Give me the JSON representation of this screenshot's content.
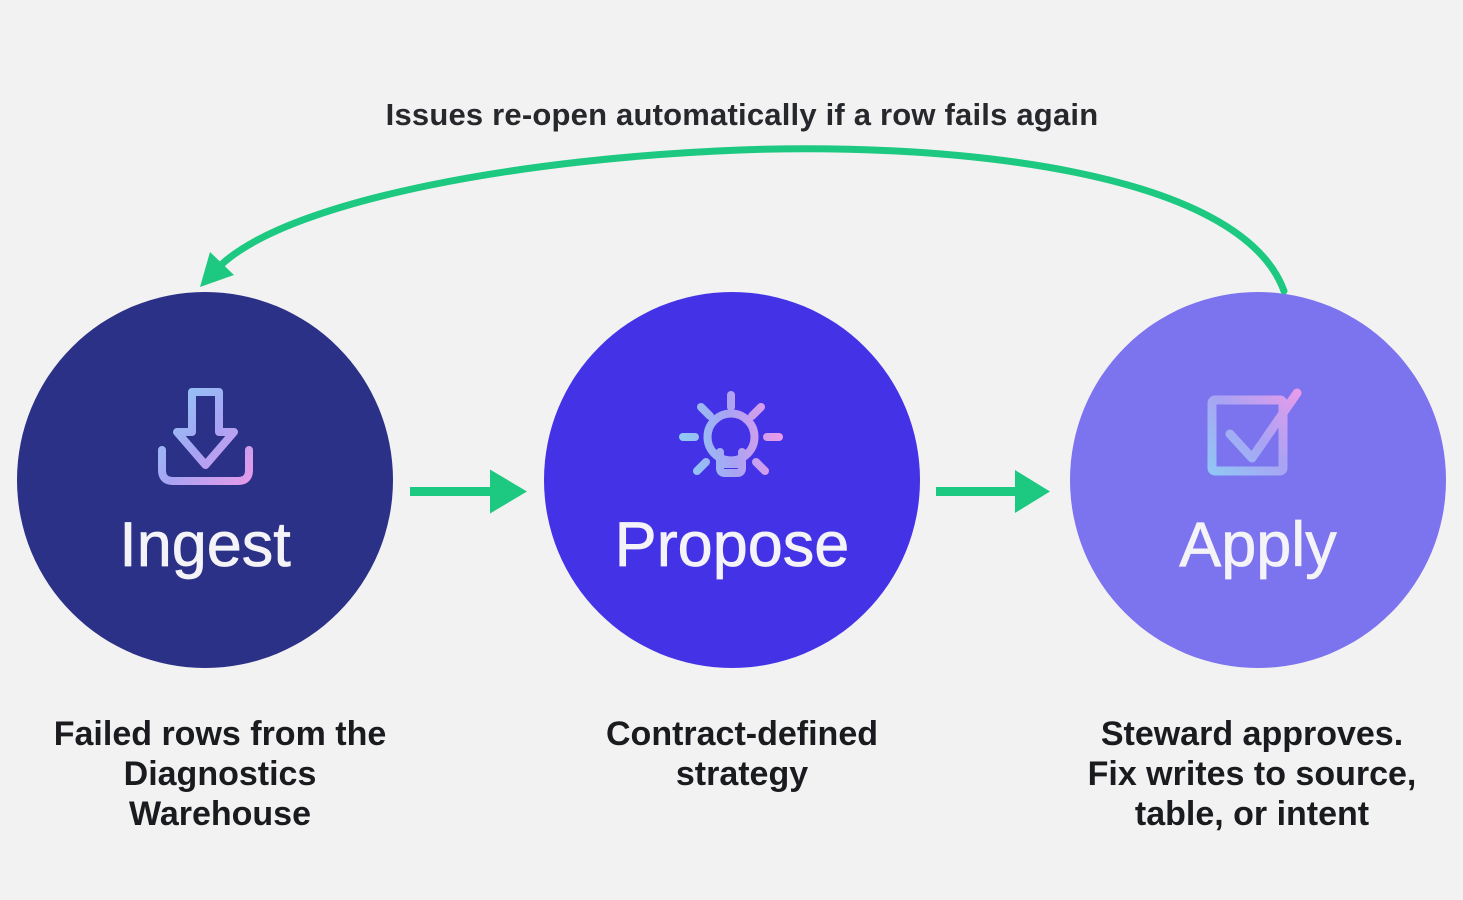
{
  "loop_label": "Issues re-open automatically if a row fails again",
  "colors": {
    "background": "#f2f2f3",
    "arrow_green": "#1dc980",
    "step_label_text": "#f4f3f8",
    "caption_text": "#1a1b1e",
    "loop_label_text": "#27282c"
  },
  "icon_gradient": {
    "from": "#8fc9f5",
    "mid": "#a9a3f3",
    "to": "#e89be9"
  },
  "steps": [
    {
      "label": "Ingest",
      "icon": "download-tray-icon",
      "circle_color": "#2b3187",
      "caption_lines": [
        "Failed rows from the",
        "Diagnostics",
        "Warehouse"
      ]
    },
    {
      "label": "Propose",
      "icon": "lightbulb-rays-icon",
      "circle_color": "#4433e6",
      "caption_lines": [
        "Contract-defined",
        "strategy"
      ]
    },
    {
      "label": "Apply",
      "icon": "checkbox-check-icon",
      "circle_color": "#7c73ee",
      "caption_lines": [
        "Steward approves.",
        "Fix writes to source,",
        "table, or intent"
      ]
    }
  ]
}
